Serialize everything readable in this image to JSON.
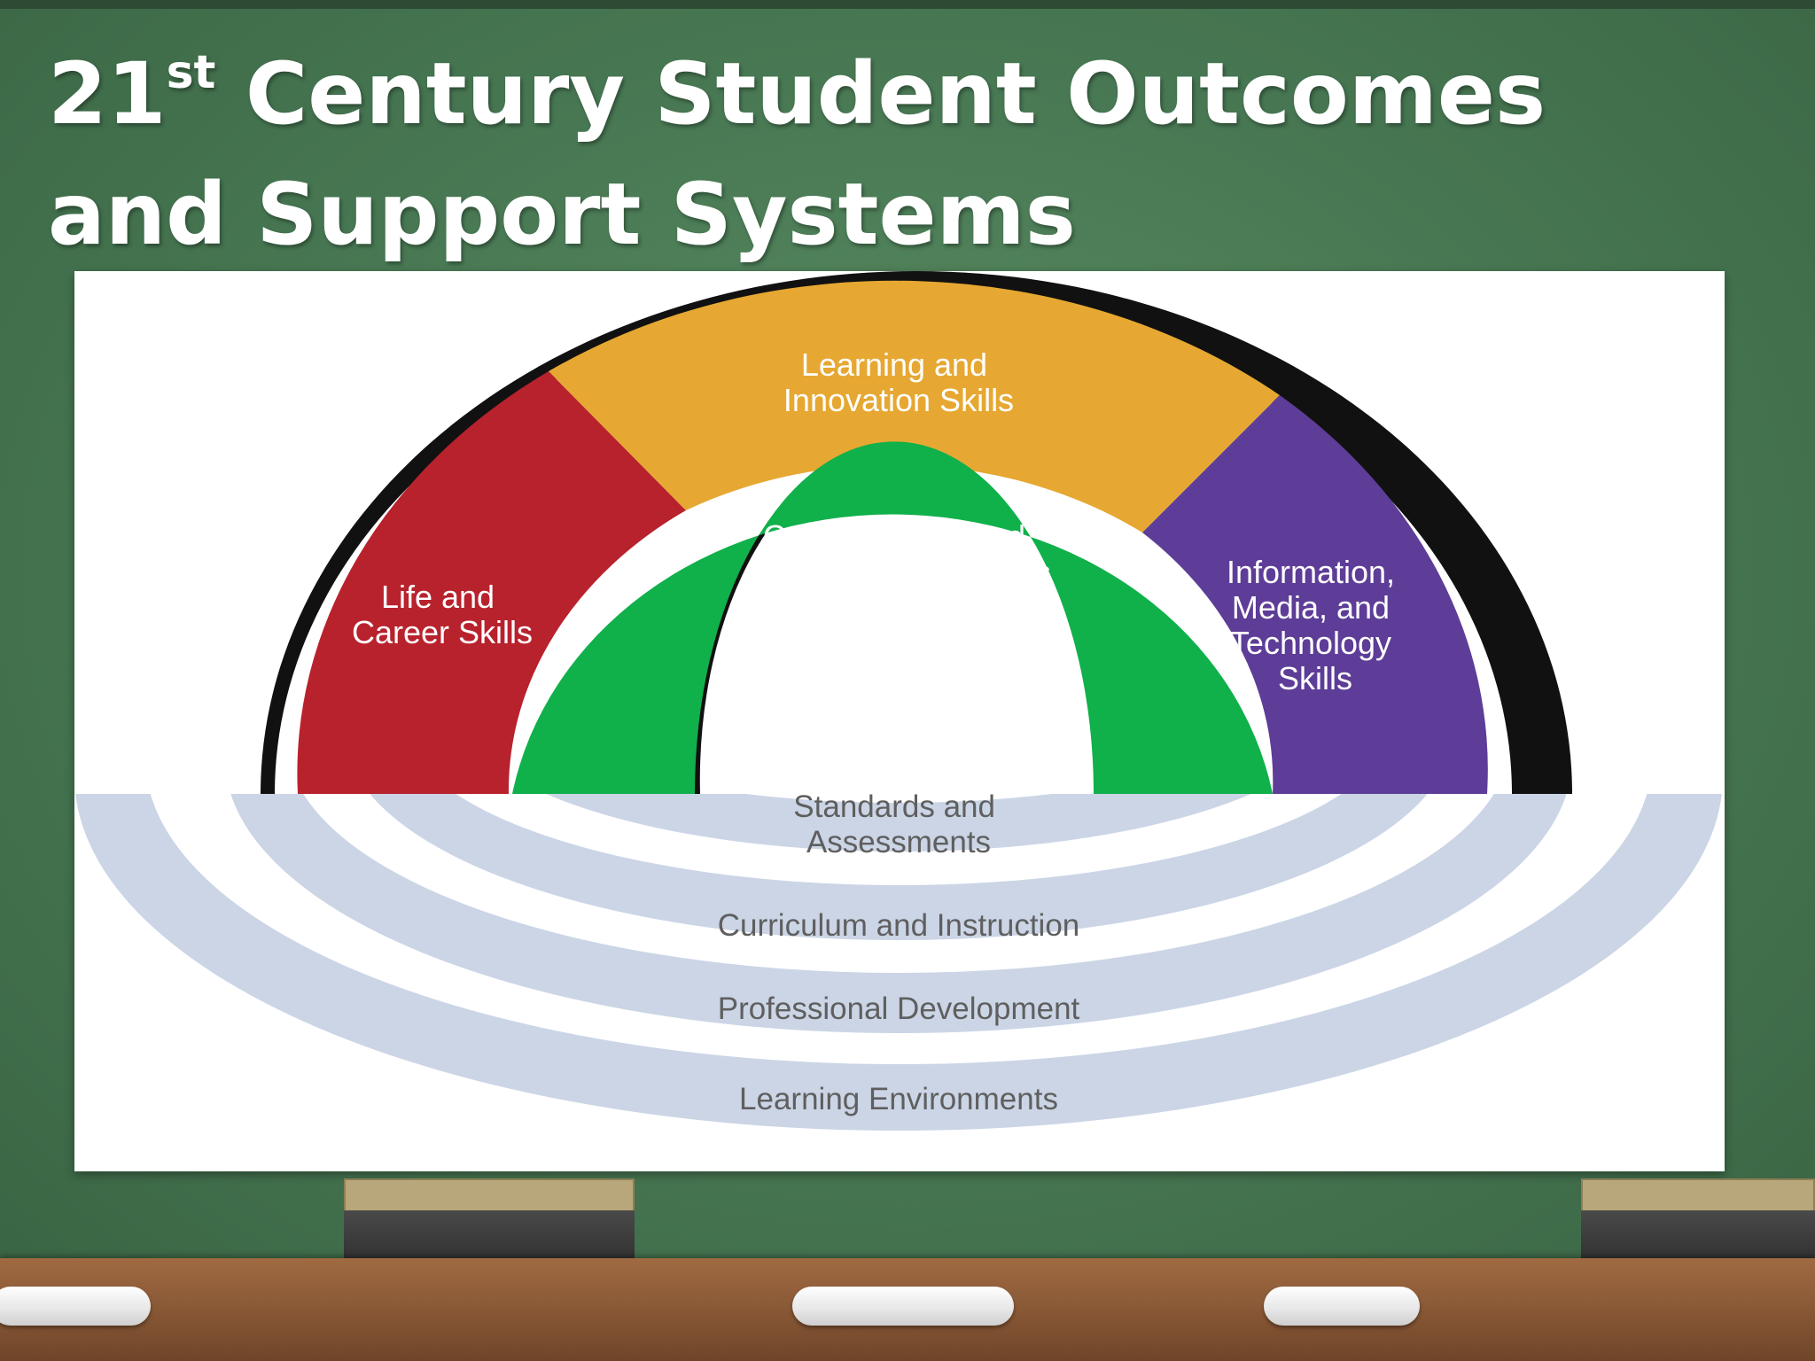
{
  "slide": {
    "title_main": "21",
    "title_sup": "st",
    "title_rest": " Century Student Outcomes and Support Systems"
  },
  "diagram": {
    "segments": [
      {
        "name": "life-career",
        "lines": [
          "Life and",
          "Career Skills"
        ],
        "color": "#b8222d"
      },
      {
        "name": "learning-innovation",
        "lines": [
          "Learning and",
          "Innovation Skills"
        ],
        "color": "#e6a832"
      },
      {
        "name": "information-media-tech",
        "lines": [
          "Information,",
          "Media, and",
          "Technology",
          "Skills"
        ],
        "color": "#5d3d97"
      },
      {
        "name": "core-subjects",
        "lines": [
          "Core Subjects and",
          "21st Century Themes"
        ],
        "color": "#10b04b"
      }
    ],
    "rings": [
      {
        "name": "standards-assessments",
        "lines": [
          "Standards and",
          "Assessments"
        ]
      },
      {
        "name": "curriculum-instruction",
        "lines": [
          "Curriculum and Instruction"
        ]
      },
      {
        "name": "professional-development",
        "lines": [
          "Professional Development"
        ]
      },
      {
        "name": "learning-environments",
        "lines": [
          "Learning Environments"
        ]
      }
    ],
    "ring_color": "#cbd5e6"
  }
}
